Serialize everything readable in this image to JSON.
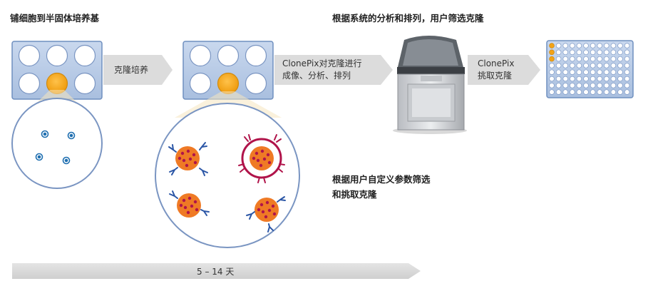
{
  "step1_title": "铺细胞到半固体培养基",
  "arrow1_label": "克隆培养",
  "arrow2_label_line1": "ClonePix对克隆进行",
  "arrow2_label_line2": "成像、分析、排列",
  "top_title": "根据系统的分析和排列，用户筛选克隆",
  "arrow3_label_line1": "ClonePix",
  "arrow3_label_line2": "挑取克隆",
  "select_note_line1": "根据用户自定义参数筛选",
  "select_note_line2": "和挑取克隆",
  "timeline_label": "5 – 14 天",
  "colors": {
    "plate_blue": "#b5c9e5",
    "plate_border": "#6f8fbf",
    "orange_well": "#f3a316",
    "arrow_gray": "#d6d6d6",
    "colony": "#ea6a1e",
    "dot": "#b0144a",
    "antibody": "#2b56a6",
    "target_ring": "#b0134a"
  }
}
